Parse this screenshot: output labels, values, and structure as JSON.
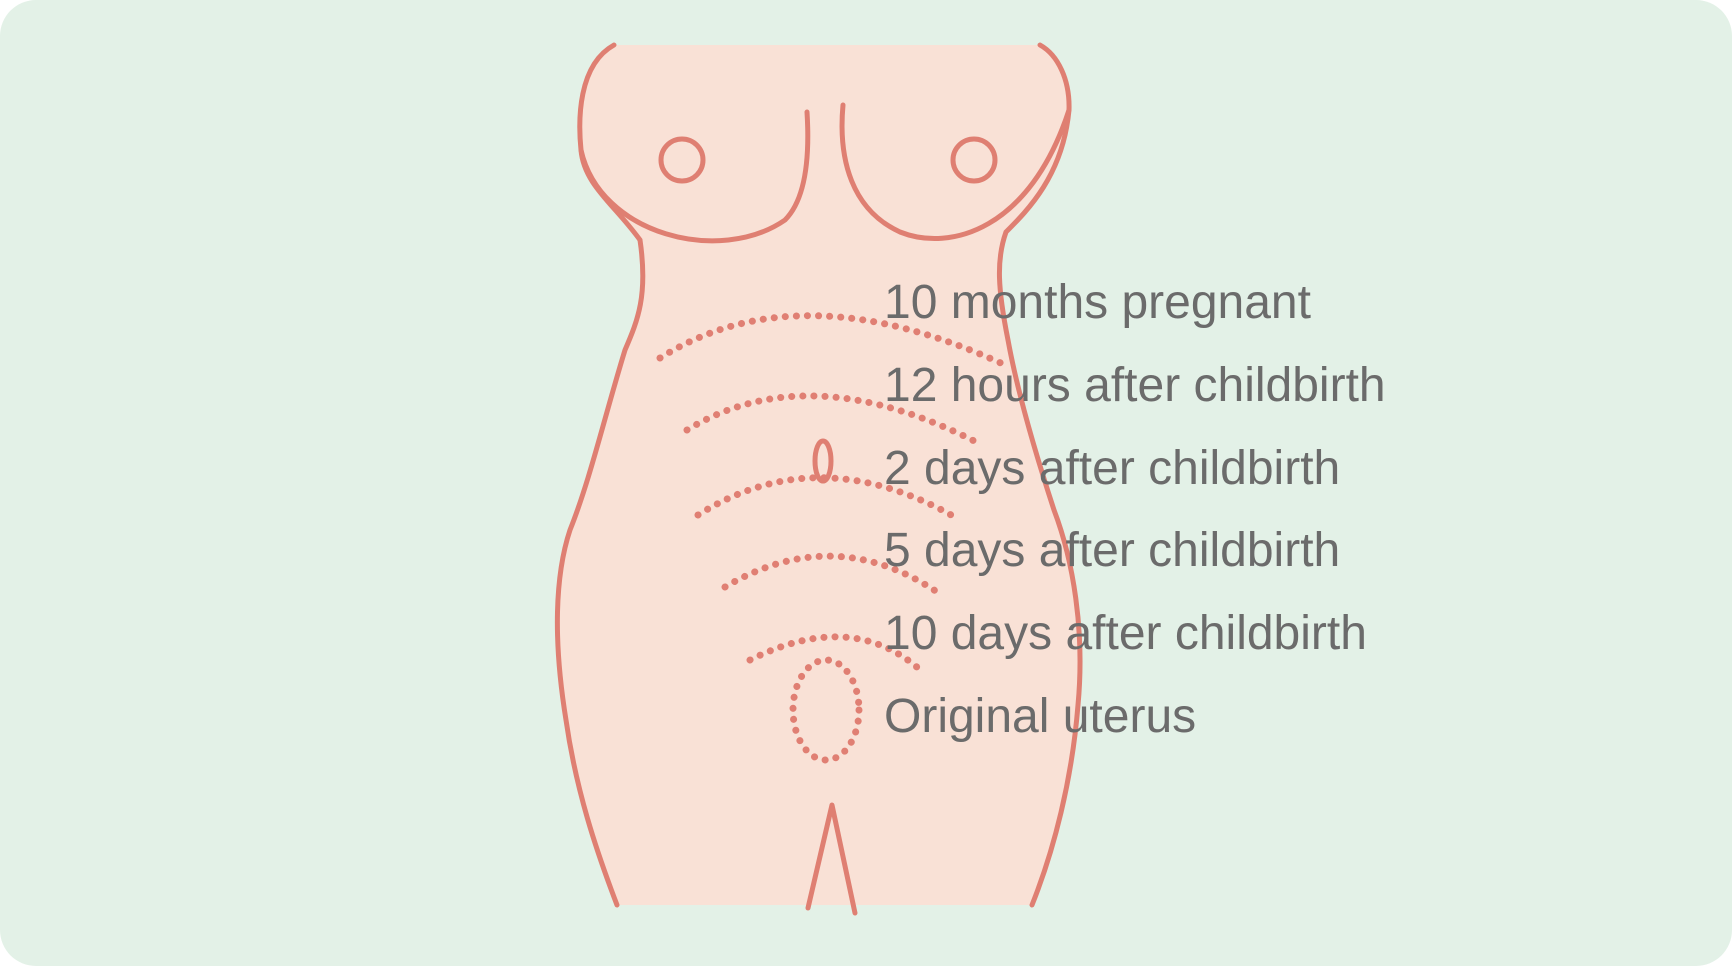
{
  "diagram": {
    "labels": [
      "10 months pregnant",
      "12 hours after childbirth",
      "2 days after childbirth",
      "5 days after childbirth",
      "10 days after childbirth",
      "Original uterus"
    ]
  },
  "colors": {
    "background": "#e3f1e7",
    "skin_fill": "#f9e1d6",
    "outline": "#df7f72",
    "dots": "#e07f73",
    "text": "#6b6b6b"
  }
}
